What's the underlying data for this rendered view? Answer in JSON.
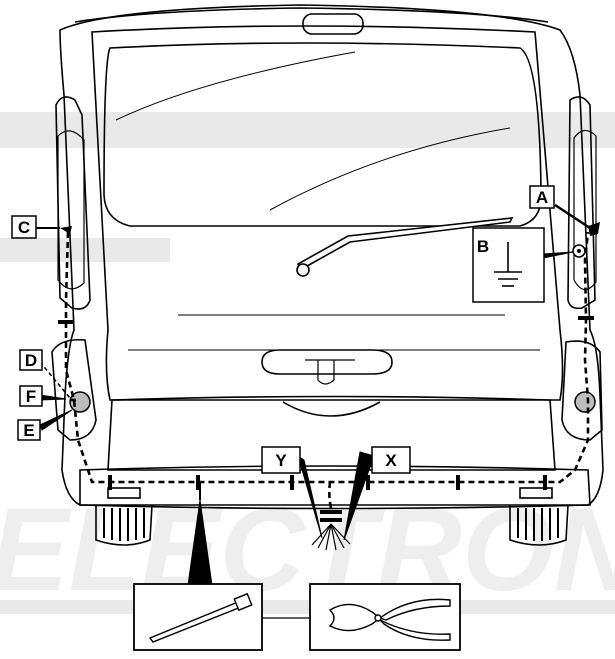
{
  "labels": {
    "A": "A",
    "B": "B",
    "C": "C",
    "D": "D",
    "E": "E",
    "F": "F",
    "X": "X",
    "Y": "Y"
  },
  "watermark": {
    "text": "ELECTRONIC"
  },
  "tools": [
    "cable-tie",
    "side-cutter-pliers"
  ],
  "colors": {
    "line": "#000000",
    "watermark": "#e6e6e6",
    "background": "#ffffff"
  }
}
